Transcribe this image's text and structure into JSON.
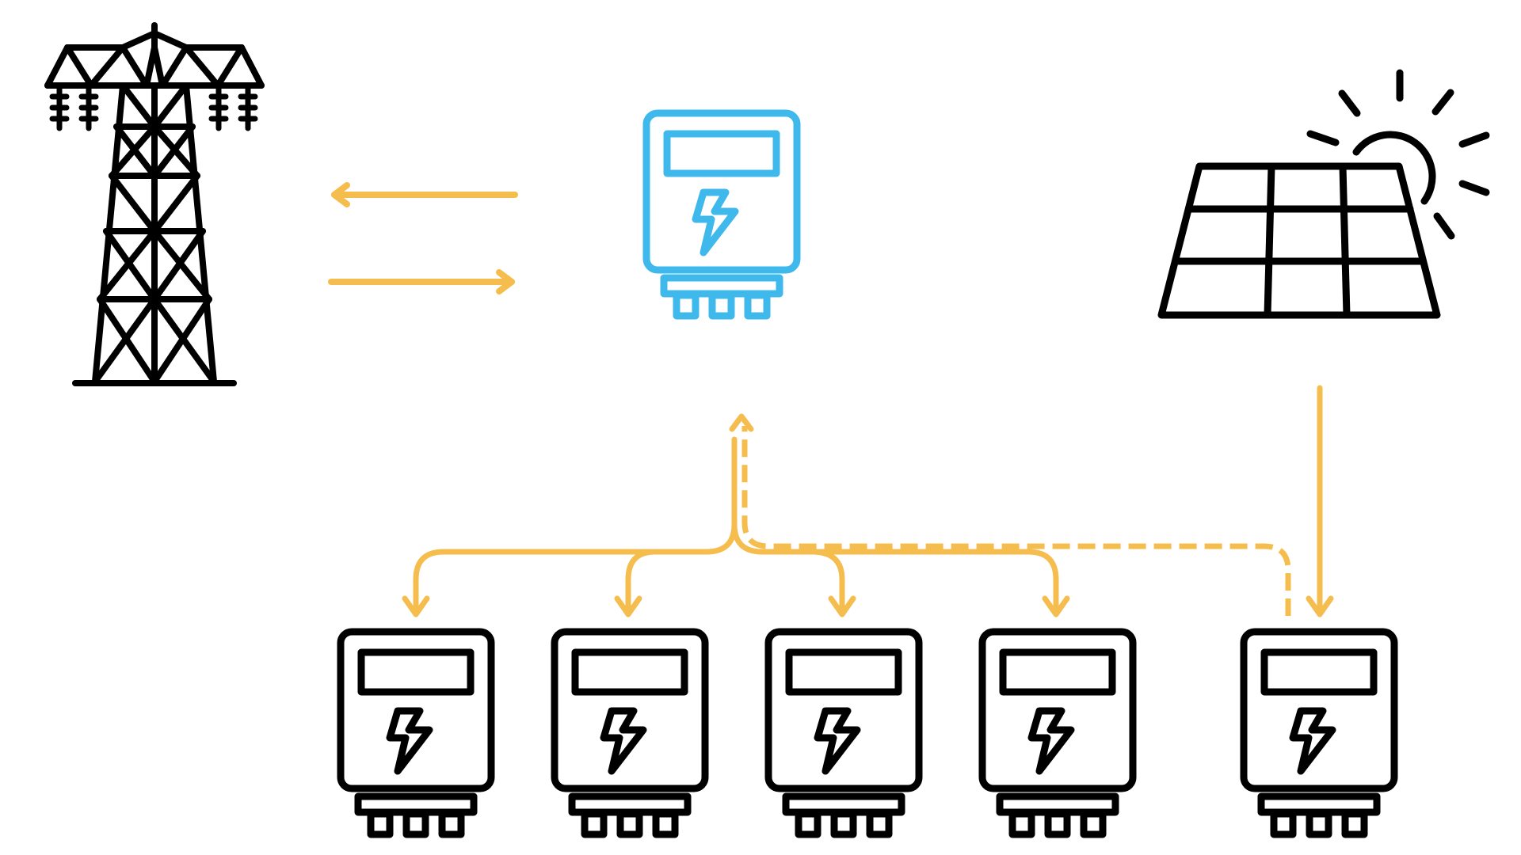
{
  "diagram": {
    "colors": {
      "background": "#ffffff",
      "flow_arrow": "#F5BD4E",
      "main_meter": "#3FB8EC",
      "icon_stroke": "#000000"
    },
    "nodes": {
      "power_grid": {
        "icon": "transmission-tower-icon"
      },
      "main_meter": {
        "icon": "electricity-meter-icon"
      },
      "solar": {
        "icon": "solar-panel-icon",
        "sun_icon": "sun-icon"
      },
      "sub_meters": [
        {
          "icon": "electricity-meter-icon"
        },
        {
          "icon": "electricity-meter-icon"
        },
        {
          "icon": "electricity-meter-icon"
        },
        {
          "icon": "electricity-meter-icon"
        },
        {
          "icon": "electricity-meter-icon"
        }
      ]
    },
    "flows": [
      {
        "from": "main_meter",
        "to": "power_grid",
        "style": "solid"
      },
      {
        "from": "power_grid",
        "to": "main_meter",
        "style": "solid"
      },
      {
        "from": "main_meter",
        "to": "sub_meter_1",
        "style": "solid"
      },
      {
        "from": "main_meter",
        "to": "sub_meter_2",
        "style": "solid"
      },
      {
        "from": "main_meter",
        "to": "sub_meter_3",
        "style": "solid"
      },
      {
        "from": "main_meter",
        "to": "sub_meter_4",
        "style": "solid"
      },
      {
        "from": "solar",
        "to": "sub_meter_5",
        "style": "solid"
      },
      {
        "from": "sub_meter_5",
        "to": "main_meter",
        "style": "dashed"
      }
    ]
  }
}
